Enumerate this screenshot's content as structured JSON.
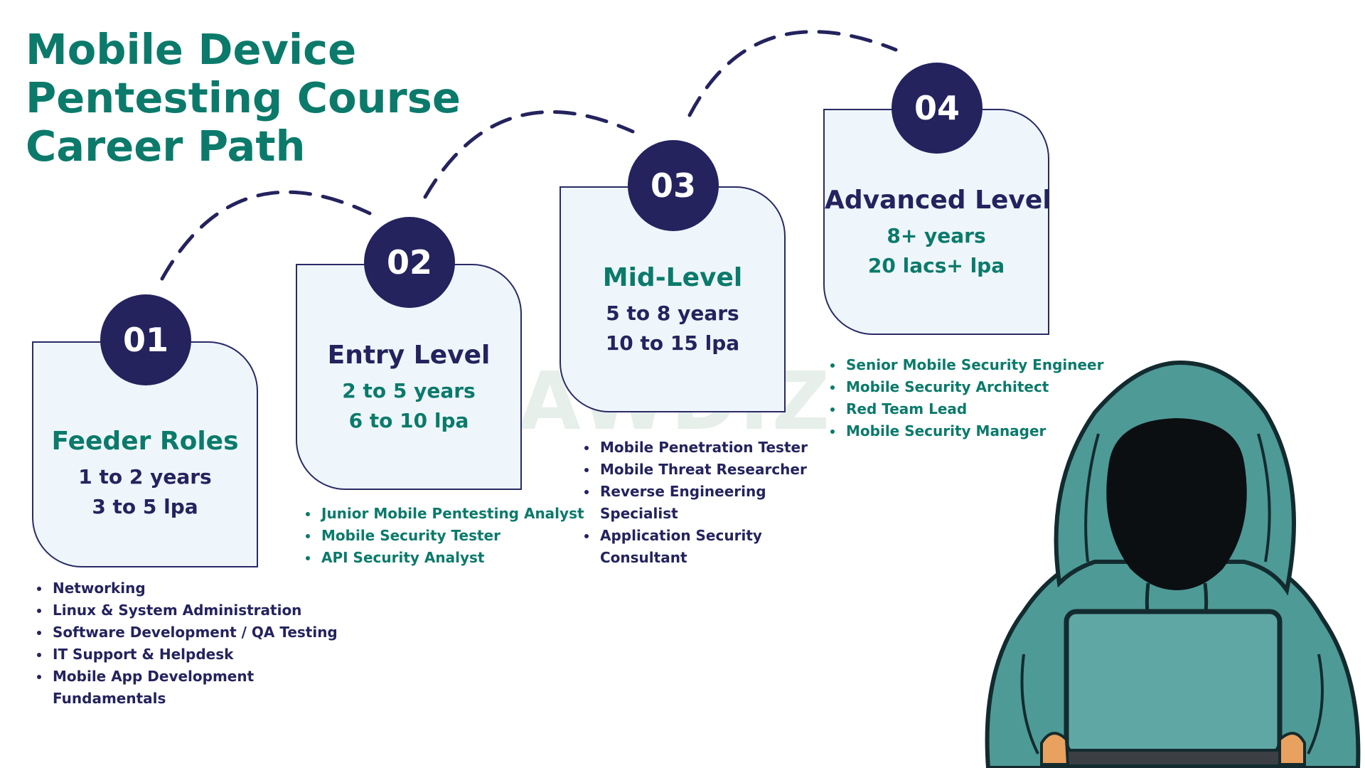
{
  "title": {
    "lines": [
      "Mobile Device",
      "Pentesting Course",
      "Career Path"
    ]
  },
  "watermark": "AWDIZ",
  "colors": {
    "accent": "#0b7a6b",
    "navy": "#24235e",
    "card_bg": "#eef6fb"
  },
  "stages": [
    {
      "number": "01",
      "title": "Feeder Roles",
      "years": "1 to 2 years",
      "salary": "3 to 5 lpa",
      "roles": [
        "Networking",
        "Linux & System Administration",
        "Software Development / QA Testing",
        "IT Support & Helpdesk",
        "Mobile App Development",
        "Fundamentals"
      ]
    },
    {
      "number": "02",
      "title": "Entry Level",
      "years": "2 to 5 years",
      "salary": "6 to 10 lpa",
      "roles": [
        "Junior Mobile Pentesting Analyst",
        "Mobile Security Tester",
        "API Security Analyst"
      ]
    },
    {
      "number": "03",
      "title": "Mid-Level",
      "years": "5 to 8 years",
      "salary": "10 to 15 lpa",
      "roles": [
        "Mobile Penetration Tester",
        "Mobile Threat Researcher",
        "Reverse Engineering",
        "Specialist",
        "Application Security",
        "Consultant"
      ]
    },
    {
      "number": "04",
      "title": "Advanced Level",
      "years": "8+ years",
      "salary": "20 lacs+ lpa",
      "roles": [
        "Senior Mobile Security Engineer",
        "Mobile Security Architect",
        "Red Team Lead",
        "Mobile Security Manager"
      ]
    }
  ],
  "illustration": "hooded-hacker-with-laptop"
}
